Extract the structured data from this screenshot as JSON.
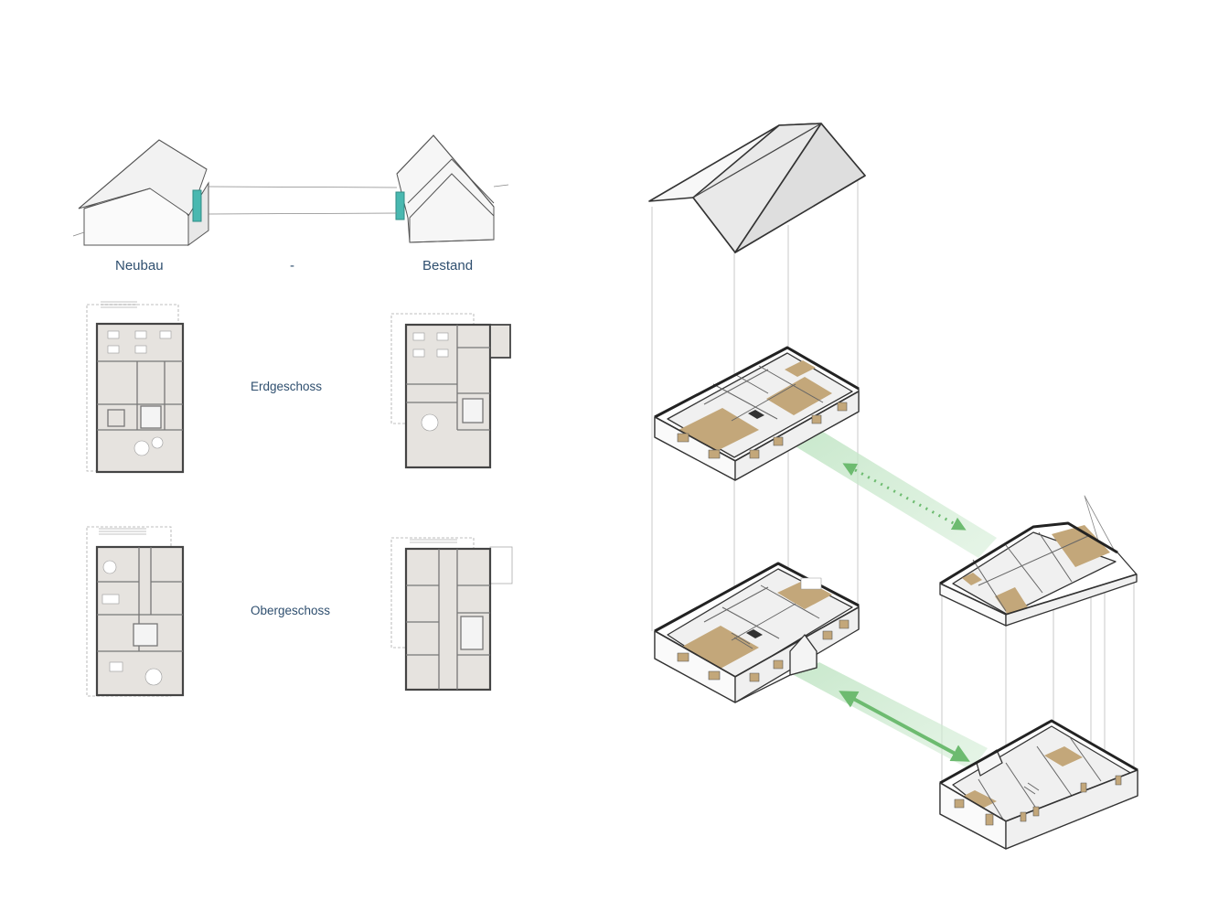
{
  "labels": {
    "neubau": "Neubau",
    "dash": "-",
    "bestand": "Bestand",
    "erdgeschoss": "Erdgeschoss",
    "obergeschoss": "Obergeschoss"
  },
  "colors": {
    "text": "#2f4f6f",
    "connector": "#3d9c7c",
    "arrow": "#6dbb70",
    "wood": "#c3a77a",
    "plan_floor": "#e6e3df",
    "wall": "#555555"
  }
}
